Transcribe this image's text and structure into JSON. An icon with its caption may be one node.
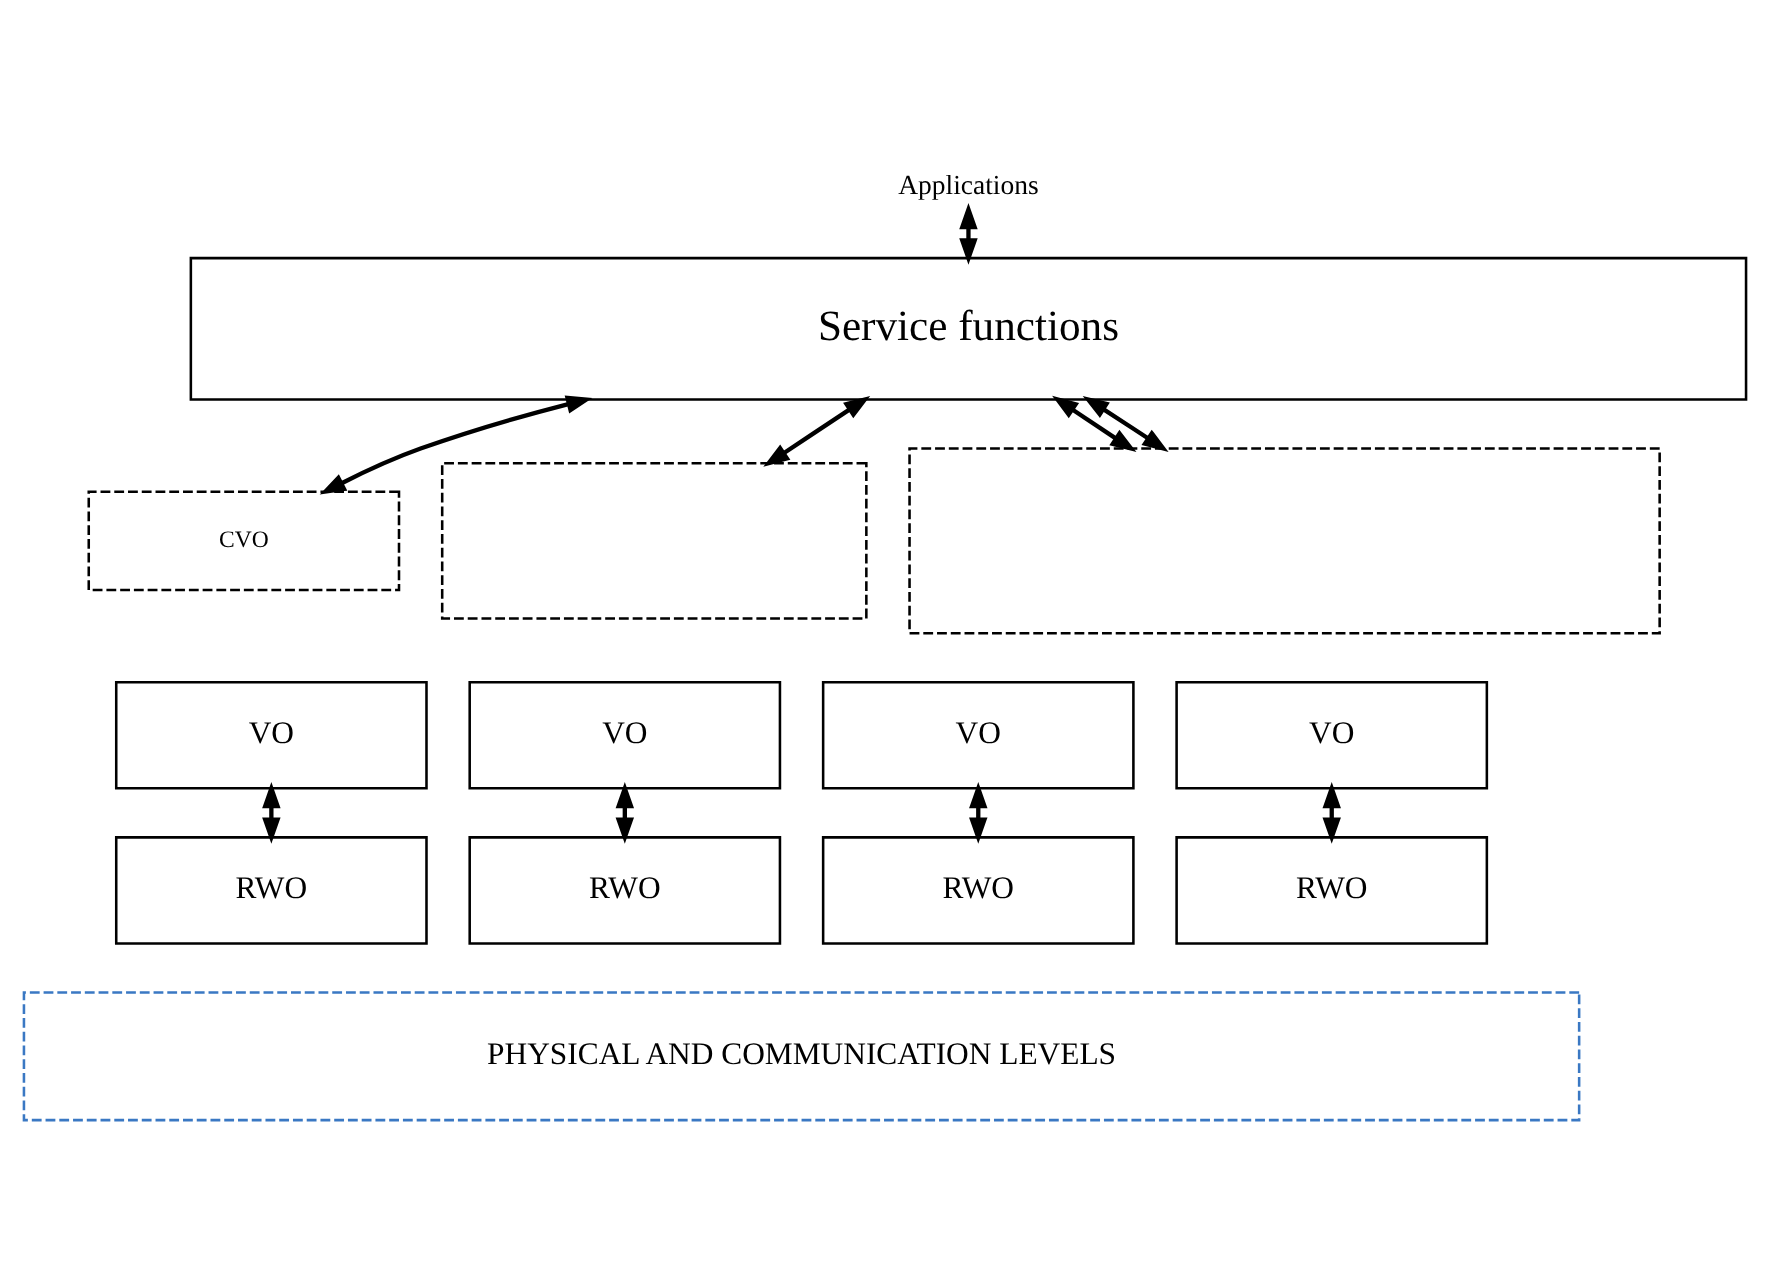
{
  "diagram": {
    "nodes": [
      {
        "text": [
          "Applications"
        ]
      },
      {
        "text": [
          "Service functions"
        ]
      },
      {
        "text": [
          "CVO"
        ]
      },
      {
        "text": [],
        "shape": "box"
      },
      {
        "text": [],
        "shape": "box"
      },
      {
        "text": [
          "VO"
        ]
      },
      {
        "text": [
          "VO"
        ]
      },
      {
        "text": [
          "VO"
        ]
      },
      {
        "text": [
          "VO"
        ]
      },
      {
        "text": [
          "RWO"
        ]
      },
      {
        "text": [
          "RWO"
        ]
      },
      {
        "text": [
          "RWO"
        ]
      },
      {
        "text": [
          "RWO"
        ]
      },
      {
        "text": [
          "PHYSICAL AND COMMUNICATION LEVELS"
        ]
      }
    ],
    "edges": [
      {
        "from": 0,
        "to": 1,
        "arrow": "both"
      },
      {
        "from": 1,
        "to": 2,
        "arrow": "both"
      },
      {
        "from": 1,
        "to": 3,
        "arrow": "both"
      },
      {
        "from": 1,
        "to": 4,
        "arrow": "both"
      },
      {
        "from": 1,
        "to": 4,
        "arrow": "both"
      },
      {
        "from": 5,
        "to": 9,
        "arrow": "both"
      },
      {
        "from": 6,
        "to": 10,
        "arrow": "both"
      },
      {
        "from": 7,
        "to": 11,
        "arrow": "both"
      },
      {
        "from": 8,
        "to": 12,
        "arrow": "both"
      }
    ]
  }
}
